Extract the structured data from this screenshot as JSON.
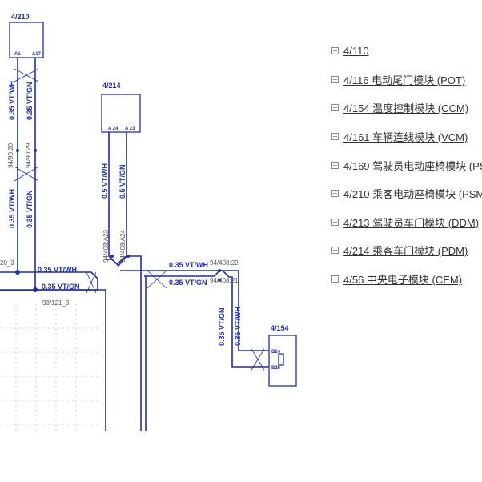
{
  "modules": {
    "m210": {
      "title": "4/210",
      "pin_a": "A1",
      "pin_b": "A17"
    },
    "m214": {
      "title": "4/214",
      "pin_a": "A 24",
      "pin_b": "A 23"
    },
    "m154": {
      "title": "4/154",
      "pin_a": "B24",
      "pin_b": "B26"
    }
  },
  "wires": {
    "w1": "0.35 VT/WH",
    "w2": "0.35 VT/GN",
    "w3": "0.35 VT/WH",
    "w4": "0.35 VT/GN",
    "w5": "0.5 VT/WH",
    "w6": "0.5 VT/GN",
    "w7": "0.35 VT/WH",
    "w8": "0.35 VT/GN",
    "w9": "0.35 VT/WH",
    "w10": "0.35 VT/GN",
    "w11": "0.35 VT/GN",
    "w12": "0.35 VT/WH"
  },
  "connectors": {
    "c1": "94/90:20",
    "c2": "94/90:29",
    "c3": "94/408:A23",
    "c4": "94/408:A24",
    "c5": "94/408:22",
    "c6": "94/408:21",
    "c7": "93/121_3",
    "c8": "20_3"
  },
  "module_list": [
    {
      "label": "4/110"
    },
    {
      "label": "4/116 电动尾门模块 (POT)"
    },
    {
      "label": "4/154 温度控制模块 (CCM)"
    },
    {
      "label": "4/161 车辆连线模块 (VCM)"
    },
    {
      "label": "4/169 驾驶员电动座椅模块 (PSM)"
    },
    {
      "label": "4/210 乘客电动座椅模块 (PSM)"
    },
    {
      "label": "4/213 驾驶员车门模块 (DDM)"
    },
    {
      "label": "4/214 乘客车门模块 (PDM)"
    },
    {
      "label": "4/56 中央电子模块 (CEM)"
    }
  ],
  "icons": {
    "expand": "plus-box-icon"
  },
  "colors": {
    "wire": "#1f2fa8",
    "link_text": "#333333"
  }
}
